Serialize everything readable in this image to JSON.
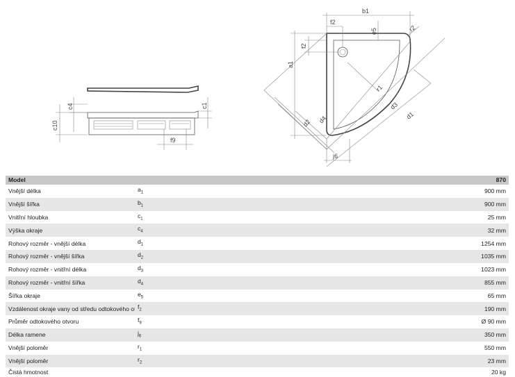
{
  "drawing_labels": {
    "b1": "b1",
    "f2_top": "f2",
    "e5": "e5",
    "r2": "r2",
    "f2_left": "f2",
    "a1": "a1",
    "r1": "r1",
    "d3": "d3",
    "d1": "d1",
    "d2": "d2",
    "d4": "d4",
    "j6": "j6",
    "c4": "c4",
    "c1": "c1",
    "c10": "c10",
    "f9": "f9"
  },
  "table": {
    "header": {
      "label": "Model",
      "value": "870"
    },
    "rows": [
      {
        "label": "Vnější délka",
        "sym": "a",
        "sub": "1",
        "value": "900 mm"
      },
      {
        "label": "Vnější šířka",
        "sym": "b",
        "sub": "1",
        "value": "900 mm"
      },
      {
        "label": "Vnitřní hloubka",
        "sym": "c",
        "sub": "1",
        "value": "25 mm"
      },
      {
        "label": "Výška okraje",
        "sym": "c",
        "sub": "4",
        "value": "32 mm"
      },
      {
        "label": "Rohový rozměr - vnější délka",
        "sym": "d",
        "sub": "1",
        "value": "1254 mm"
      },
      {
        "label": "Rohový rozměr - vnější šířka",
        "sym": "d",
        "sub": "2",
        "value": "1035 mm"
      },
      {
        "label": "Rohový rozměr - vnitřní délka",
        "sym": "d",
        "sub": "3",
        "value": "1023 mm"
      },
      {
        "label": "Rohový rozměr - vnitřní šířka",
        "sym": "d",
        "sub": "4",
        "value": "855 mm"
      },
      {
        "label": "Šířka okraje",
        "sym": "e",
        "sub": "5",
        "value": "65 mm"
      },
      {
        "label": "Vzdálenost okraje vany od středu odtokového otvoru",
        "sym": "f",
        "sub": "2",
        "value": "190 mm"
      },
      {
        "label": "Průměr odtokového otvoru",
        "sym": "f",
        "sub": "9",
        "value": "Ø 90 mm"
      },
      {
        "label": "Délka ramene",
        "sym": "j",
        "sub": "6",
        "value": "350 mm"
      },
      {
        "label": "Vnější poloměr",
        "sym": "r",
        "sub": "1",
        "value": "550 mm"
      },
      {
        "label": "Vnější poloměr",
        "sym": "r",
        "sub": "2",
        "value": "23 mm"
      },
      {
        "label": "Čistá hmotnost",
        "sym": "",
        "sub": "",
        "value": "20 kg"
      }
    ]
  }
}
